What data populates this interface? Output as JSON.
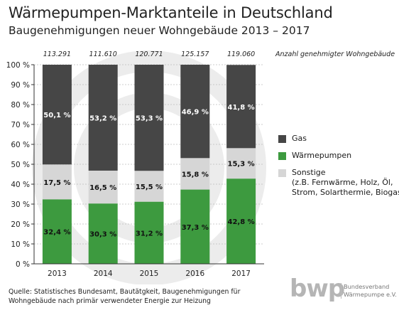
{
  "header": {
    "title": "Wärmepumpen-Marktanteile in Deutschland",
    "subtitle": "Baugenehmigungen neuer Wohngebäude 2013 – 2017"
  },
  "totals_label": "Anzahl genehmigter Wohngebäude",
  "legend": {
    "gas": "Gas",
    "heatpump": "Wärmepumpen",
    "other": "Sonstige",
    "other_detail": "(z.B. Fernwärme, Holz, Öl, Strom, Solarthermie, Biogas)"
  },
  "source": "Quelle: Statistisches Bundesamt, Bautätgkeit, Baugenehmigungen für Wohngebäude nach primär verwendeter Energie zur Heizung",
  "logo": {
    "word": "bwp",
    "org_line1": "Bundesverband",
    "org_line2": "Wärmepumpe e.V."
  },
  "colors": {
    "gas": "#464646",
    "heatpump": "#3d9a3f",
    "other": "#d6d6d6"
  },
  "chart_data": {
    "type": "bar",
    "stacked": true,
    "categories": [
      "2013",
      "2014",
      "2015",
      "2016",
      "2017"
    ],
    "totals": [
      "113.291",
      "111.610",
      "120.771",
      "125.157",
      "119.060"
    ],
    "series": [
      {
        "name": "Wärmepumpen",
        "key": "heatpump",
        "values": [
          32.4,
          30.3,
          31.2,
          37.3,
          42.8
        ],
        "labels": [
          "32,4 %",
          "30,3 %",
          "31,2 %",
          "37,3 %",
          "42,8 %"
        ]
      },
      {
        "name": "Sonstige",
        "key": "other",
        "values": [
          17.5,
          16.5,
          15.5,
          15.8,
          15.3
        ],
        "labels": [
          "17,5 %",
          "16,5 %",
          "15,5 %",
          "15,8 %",
          "15,3 %"
        ]
      },
      {
        "name": "Gas",
        "key": "gas",
        "values": [
          50.1,
          53.2,
          53.3,
          46.9,
          41.8
        ],
        "labels": [
          "50,1 %",
          "53,2 %",
          "53,3 %",
          "46,9 %",
          "41,8 %"
        ]
      }
    ],
    "yticks": [
      "0 %",
      "10 %",
      "20 %",
      "30 %",
      "40 %",
      "50 %",
      "60 %",
      "70 %",
      "80 %",
      "90 %",
      "100 %"
    ],
    "ylim": [
      0,
      100
    ],
    "grid": true,
    "legend_position": "right"
  }
}
